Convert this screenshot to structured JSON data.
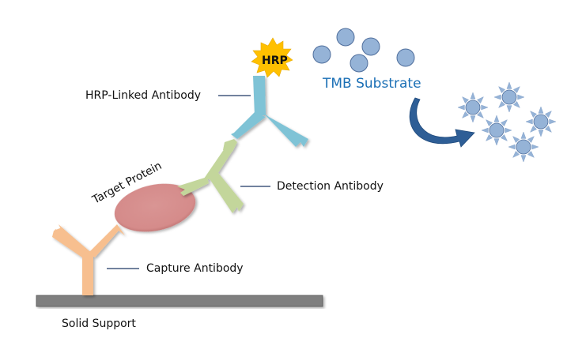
{
  "diagram": {
    "title": "Sandwich ELISA schematic",
    "labels": {
      "hrp_linked_antibody": "HRP-Linked Antibody",
      "tmb_substrate": "TMB Substrate",
      "hrp": "HRP",
      "target_protein": "Target Protein",
      "detection_antibody": "Detection Antibody",
      "capture_antibody": "Capture Antibody",
      "solid_support": "Solid Support"
    },
    "colors": {
      "capture_antibody": "#f7bf8f",
      "target_protein": "#d99594",
      "detection_antibody": "#c3d69b",
      "hrp_antibody": "#7fc3d6",
      "hrp_burst": "#ffc000",
      "substrate": "#95b3d7",
      "substrate_stroke": "#4f6e9c",
      "arrow": "#2e5e96",
      "support": "#7f7f7f",
      "tmb_text": "#1a6fb5"
    },
    "substrate_molecule_count": 5,
    "product_molecule_count": 5
  }
}
